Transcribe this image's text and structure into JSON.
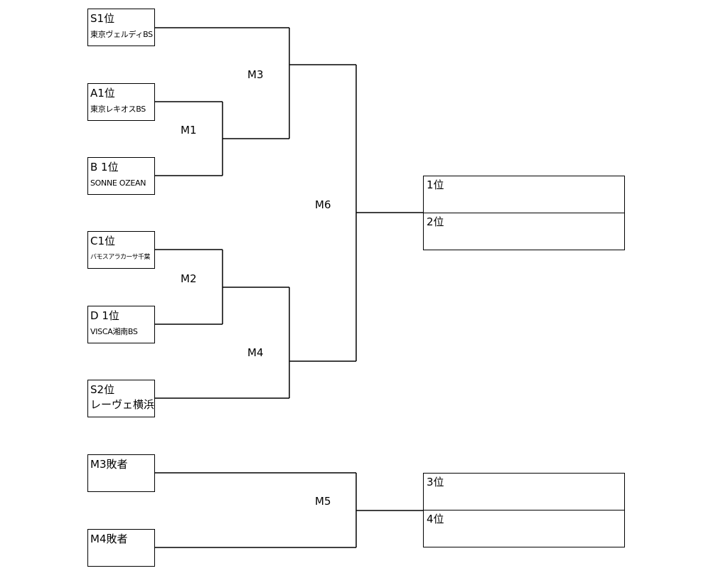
{
  "entries": [
    {
      "seed": "S1位",
      "team": "東京ヴェルディBS"
    },
    {
      "seed": "A1位",
      "team": "東京レキオスBS"
    },
    {
      "seed": "B 1位",
      "team": "SONNE OZEAN"
    },
    {
      "seed": "C1位",
      "team": "バモスアラカーサ千葉"
    },
    {
      "seed": "D 1位",
      "team": "VISCA湘南BS"
    },
    {
      "seed": "S2位",
      "team": "レーヴェ横浜"
    },
    {
      "seed": "M3敗者",
      "team": ""
    },
    {
      "seed": "M4敗者",
      "team": ""
    }
  ],
  "matches": {
    "m1": "M1",
    "m2": "M2",
    "m3": "M3",
    "m4": "M4",
    "m5": "M5",
    "m6": "M6"
  },
  "results": {
    "final": {
      "first": "1位",
      "second": "2位"
    },
    "third_place": {
      "third": "3位",
      "fourth": "4位"
    }
  }
}
